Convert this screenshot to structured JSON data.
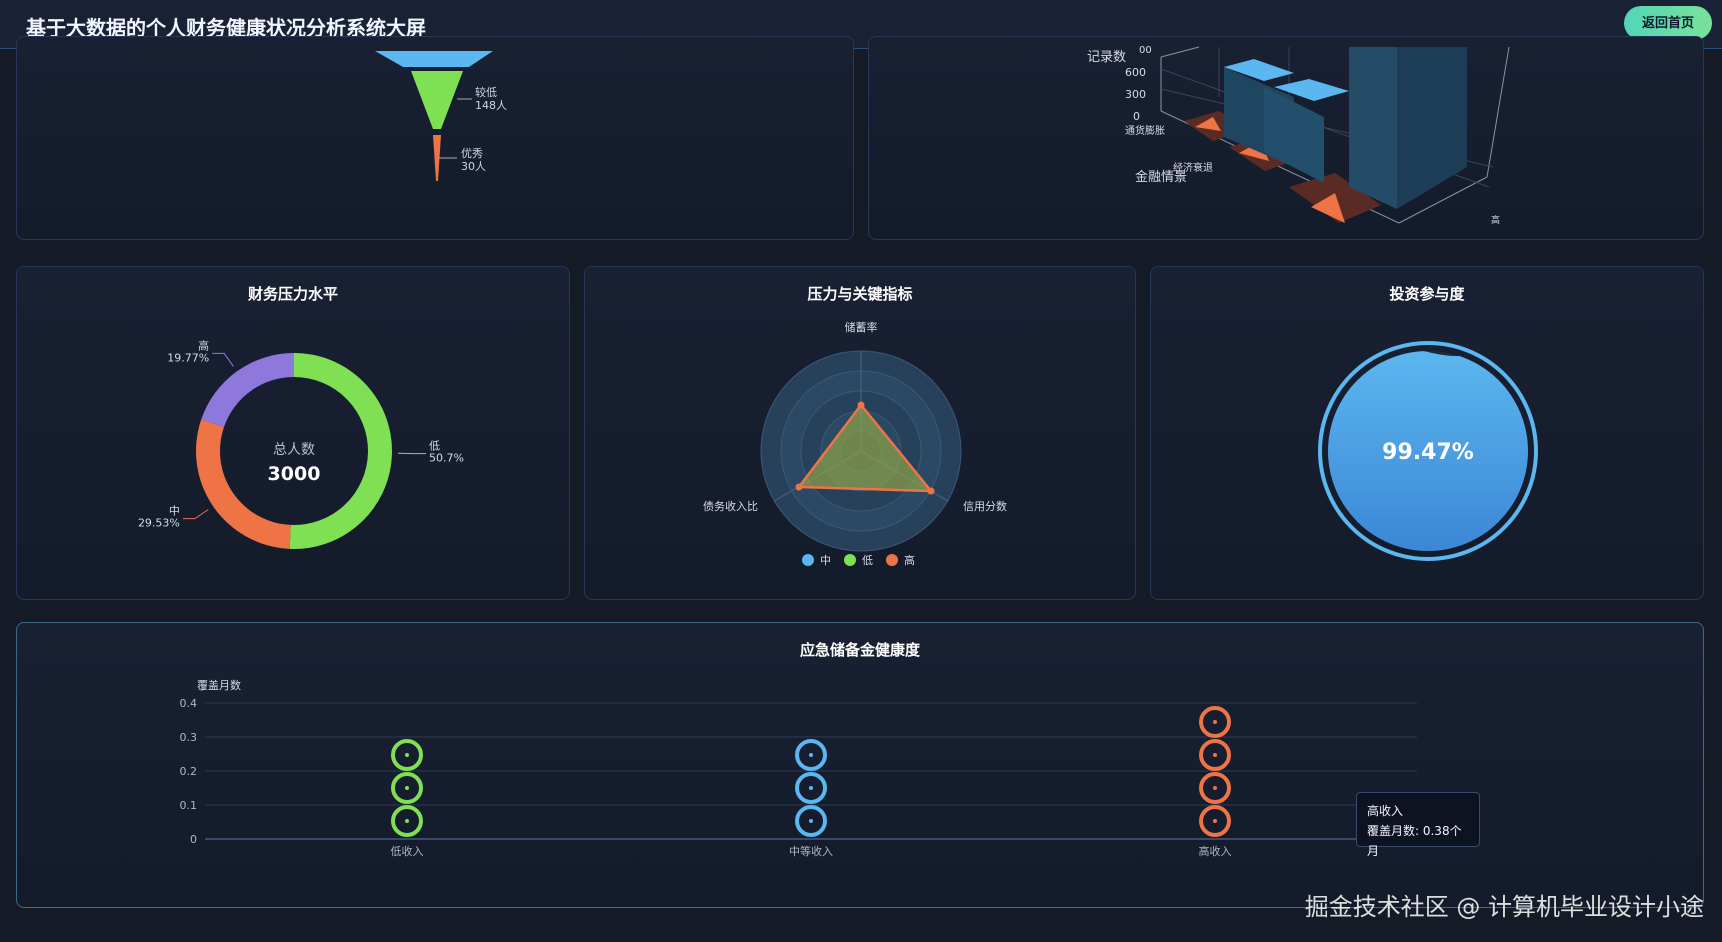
{
  "header": {
    "title": "基于大数据的个人财务健康状况分析系统大屏",
    "home_label": "返回首页"
  },
  "funnel": {
    "labels": [
      {
        "name": "较低",
        "value": "148人"
      },
      {
        "name": "优秀",
        "value": "30人"
      }
    ]
  },
  "chart3d": {
    "axis_title": "记录数",
    "y_ticks": [
      "600",
      "300",
      "0"
    ],
    "top_tick_partial": "00",
    "category_labels": [
      "通货膨胀",
      "经济衰退",
      "金融情景"
    ],
    "corner_label": "高"
  },
  "pressure": {
    "title": "财务压力水平",
    "center_label": "总人数",
    "center_value": "3000",
    "chart_data": {
      "type": "pie",
      "categories": [
        "低",
        "中",
        "高"
      ],
      "values": [
        50.7,
        29.53,
        19.77
      ],
      "value_labels": [
        "50.7%",
        "29.53%",
        "19.77%"
      ],
      "colors": [
        "#7ee052",
        "#ee7446",
        "#8f78db"
      ]
    }
  },
  "radar": {
    "title": "压力与关键指标",
    "indicators": [
      "储蓄率",
      "信用分数",
      "债务收入比"
    ],
    "legend": [
      {
        "name": "中",
        "color": "#5ab7f0"
      },
      {
        "name": "低",
        "color": "#7ee052"
      },
      {
        "name": "高",
        "color": "#ee7446"
      }
    ]
  },
  "investment": {
    "title": "投资参与度",
    "value": "99.47%",
    "fill": 0.9947
  },
  "emergency": {
    "title": "应急储备金健康度",
    "chart_data": {
      "type": "bar",
      "categories": [
        "低收入",
        "中等收入",
        "高收入"
      ],
      "values": [
        0.37,
        0.37,
        0.38
      ],
      "colors": [
        "#7ee052",
        "#5ab7f0",
        "#ee7446"
      ],
      "ylabel": "覆盖月数",
      "y_ticks": [
        "0",
        "0.1",
        "0.2",
        "0.3",
        "0.4"
      ],
      "ylim": [
        0,
        0.4
      ]
    },
    "tooltip": {
      "category": "高收入",
      "line": "覆盖月数: 0.38个月"
    }
  },
  "watermark": "掘金技术社区 @ 计算机毕业设计小途"
}
